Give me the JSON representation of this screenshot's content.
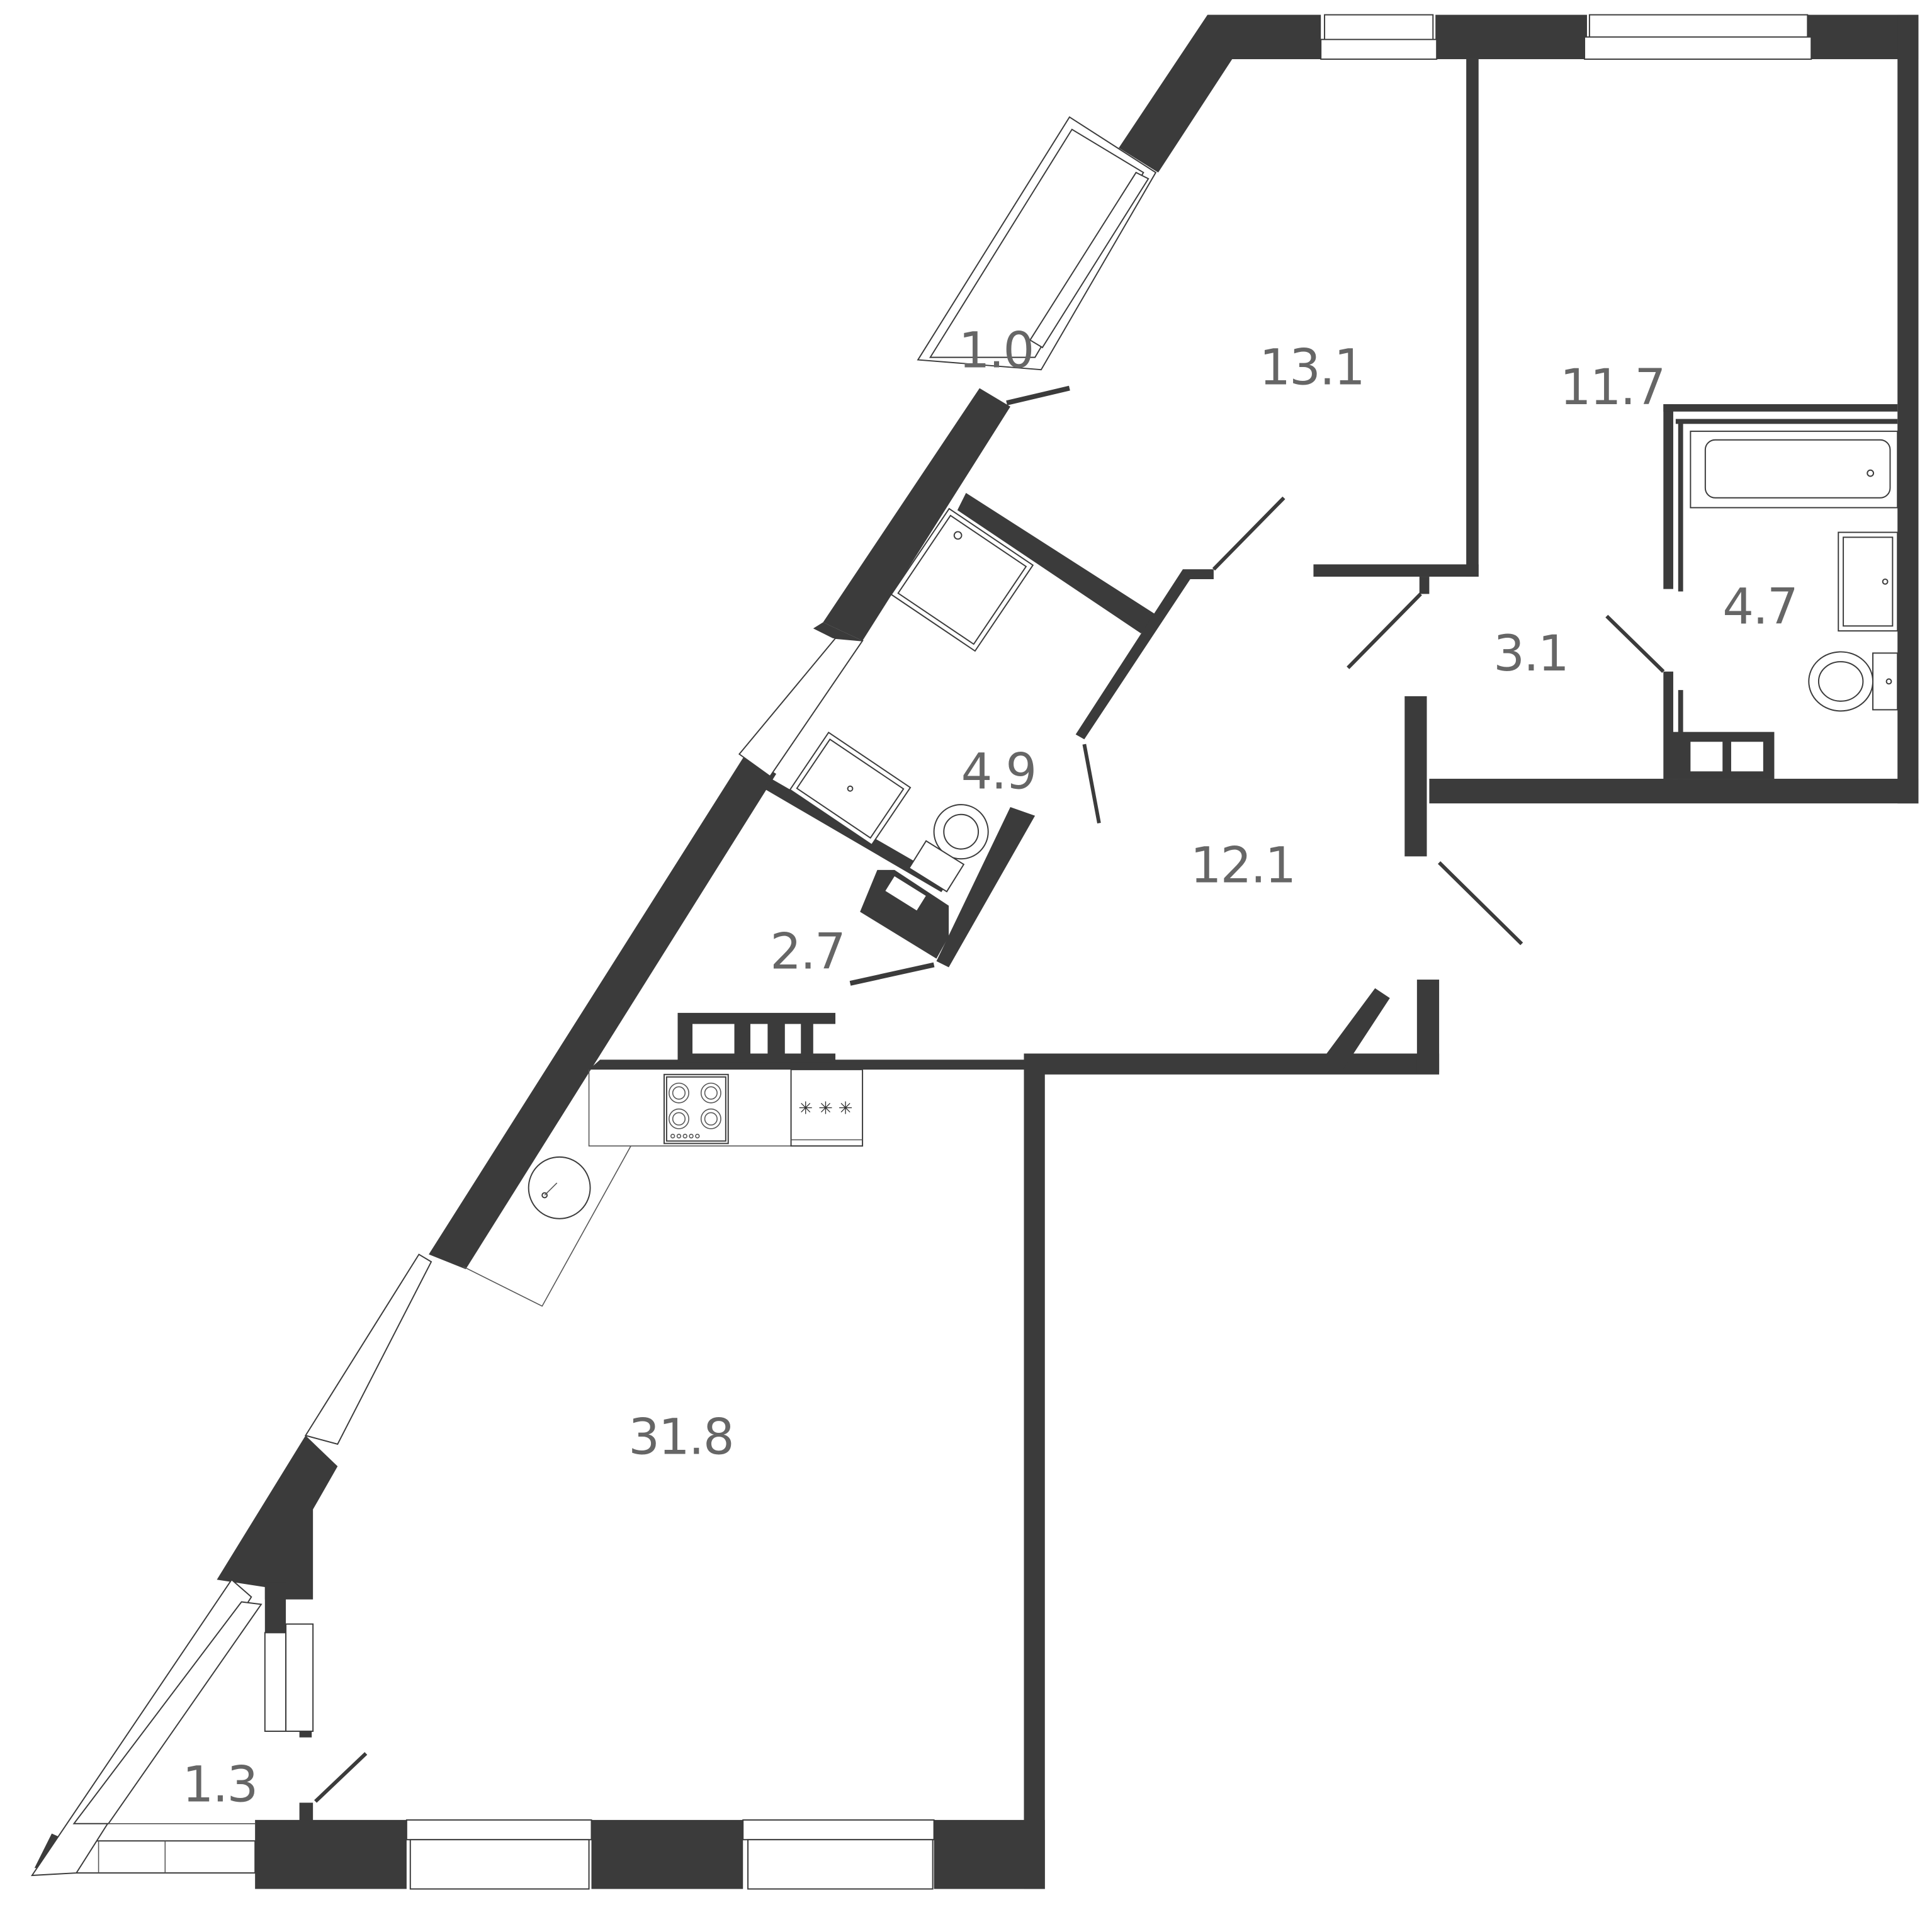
{
  "plan": {
    "type": "apartment floor plan",
    "wall_color": "#3b3b3b",
    "label_color": "#666666",
    "units": "m²",
    "rooms": [
      {
        "id": "loggia-top",
        "area": "1.0"
      },
      {
        "id": "bedroom-1",
        "area": "13.1"
      },
      {
        "id": "bedroom-2",
        "area": "11.7"
      },
      {
        "id": "bathroom-right",
        "area": "4.7"
      },
      {
        "id": "hall-small",
        "area": "3.1"
      },
      {
        "id": "bathroom-left",
        "area": "4.9"
      },
      {
        "id": "corridor",
        "area": "12.1"
      },
      {
        "id": "wardrobe",
        "area": "2.7"
      },
      {
        "id": "kitchen-living",
        "area": "31.8"
      },
      {
        "id": "loggia-bottom",
        "area": "1.3"
      }
    ],
    "fixtures": [
      "bathtub",
      "sink",
      "toilet",
      "shower-tray",
      "stove-4-burner",
      "fridge",
      "round-sink",
      "wardrobe-shelving"
    ]
  }
}
